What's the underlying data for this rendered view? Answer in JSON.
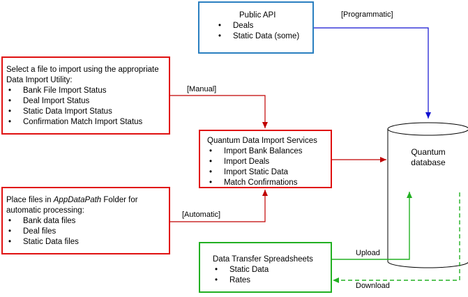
{
  "public_api": {
    "title": "Public API",
    "items": [
      "Deals",
      "Static Data (some)"
    ]
  },
  "manual_box": {
    "line1": "Select a file to import using the appropriate",
    "line2": "Data Import Utility:",
    "items": [
      "Bank File Import Status",
      "Deal Import Status",
      "Static Data Import Status",
      "Confirmation Match Import Status"
    ]
  },
  "auto_box": {
    "line1_prefix": "Place files in ",
    "line1_italic": "AppDataPath",
    "line1_suffix": " Folder for",
    "line2": "automatic processing:",
    "items": [
      "Bank data files",
      "Deal files",
      "Static Data files"
    ]
  },
  "services_box": {
    "title": "Quantum Data Import Services",
    "items": [
      "Import Bank Balances",
      "Import Deals",
      "Import Static Data",
      "Match Confirmations"
    ]
  },
  "database": {
    "line1": "Quantum",
    "line2": "database"
  },
  "spreadsheet_box": {
    "title": "Data Transfer Spreadsheets",
    "items": [
      "Static Data",
      "Rates"
    ]
  },
  "labels": {
    "programmatic": "[Programmatic]",
    "manual": "[Manual]",
    "automatic": "[Automatic]",
    "upload": "Upload",
    "download": "Download"
  },
  "colors": {
    "red": "#e01010",
    "blue": "#2a7fc0",
    "green": "#22b022",
    "blue_arrow": "#1010d0"
  }
}
